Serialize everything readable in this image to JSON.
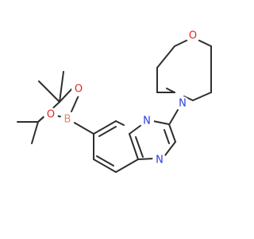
{
  "colors": {
    "bond": "#2e2e2e",
    "background": "#ffffff",
    "oxygen": "#e8251f",
    "nitrogen": "#2b3de0",
    "boron": "#e08a6a"
  },
  "atoms": {
    "morpholine_o": {
      "symbol": "O",
      "element": "oxygen"
    },
    "morpholine_n": {
      "symbol": "N",
      "element": "nitrogen"
    },
    "pyridine_n": {
      "symbol": "N",
      "element": "nitrogen"
    },
    "imidazole_n": {
      "symbol": "N",
      "element": "nitrogen"
    },
    "boronate_o1": {
      "symbol": "O",
      "element": "oxygen"
    },
    "boronate_o2": {
      "symbol": "O",
      "element": "oxygen"
    },
    "boron": {
      "symbol": "B",
      "element": "boron"
    }
  }
}
